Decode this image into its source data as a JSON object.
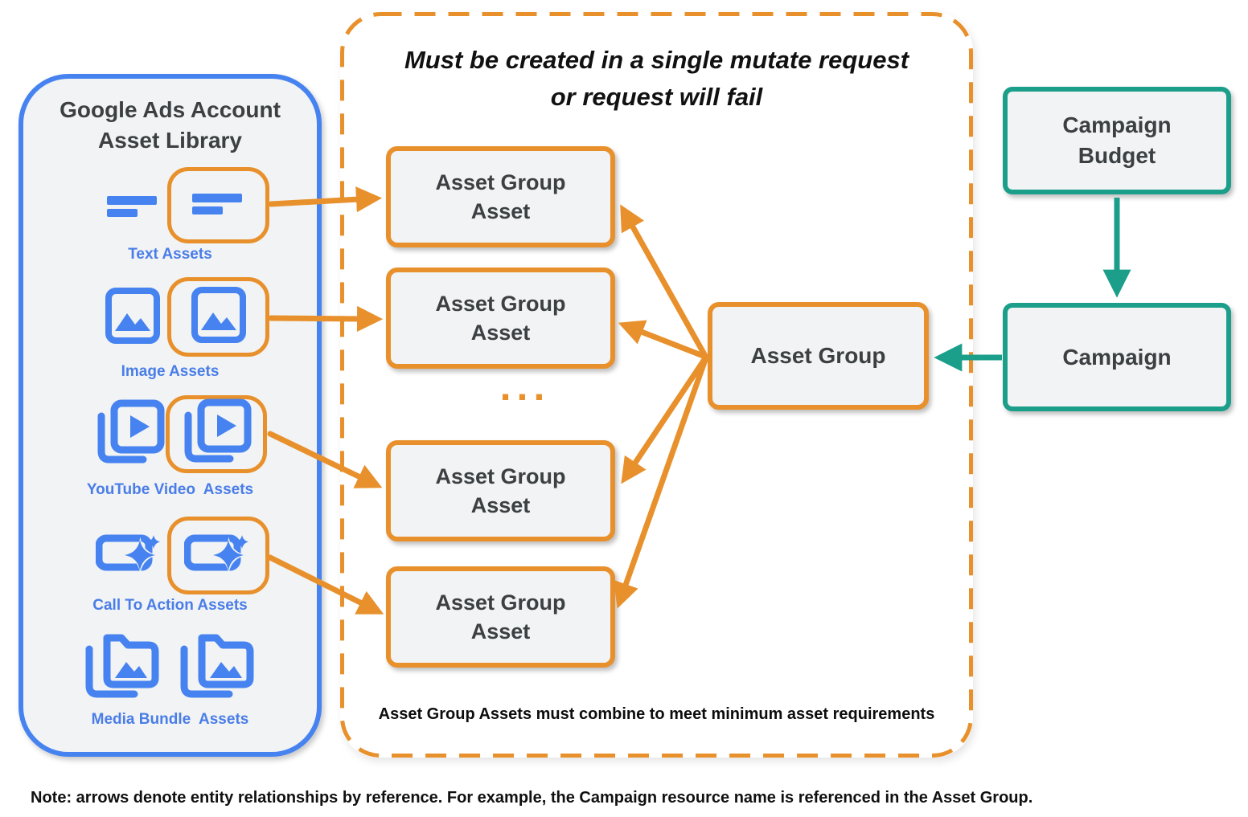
{
  "colors": {
    "orange": "#E8912C",
    "blue": "#4683F0",
    "label_blue": "#4A7DE8",
    "teal": "#1B9E8A",
    "box_fill": "#F1F3F4",
    "dark_text": "#3C4043"
  },
  "asset_library": {
    "title_line1": "Google Ads Account",
    "title_line2": "Asset Library",
    "items": [
      {
        "label": "Text Assets",
        "icon": "text-lines-icon"
      },
      {
        "label": "Image Assets",
        "icon": "image-icon"
      },
      {
        "label": "YouTube Video  Assets",
        "icon": "youtube-video-icon"
      },
      {
        "label": "Call To Action Assets",
        "icon": "call-to-action-icon"
      },
      {
        "label": "Media Bundle  Assets",
        "icon": "media-bundle-icon"
      }
    ]
  },
  "mutate_panel": {
    "title_line1": "Must be created in a single mutate request",
    "title_line2": "or request will fail",
    "boxes": [
      {
        "line1": "Asset Group",
        "line2": "Asset"
      },
      {
        "line1": "Asset Group",
        "line2": "Asset"
      },
      {
        "line1": "Asset Group",
        "line2": "Asset"
      },
      {
        "line1": "Asset Group",
        "line2": "Asset"
      }
    ],
    "ellipsis": "...",
    "caption": "Asset Group Assets must combine to meet minimum asset requirements"
  },
  "asset_group": {
    "label": "Asset Group"
  },
  "campaign_budget": {
    "line1": "Campaign",
    "line2": "Budget"
  },
  "campaign": {
    "label": "Campaign"
  },
  "footnote": "Note: arrows denote entity relationships by reference. For example, the Campaign resource name is referenced in the Asset Group."
}
